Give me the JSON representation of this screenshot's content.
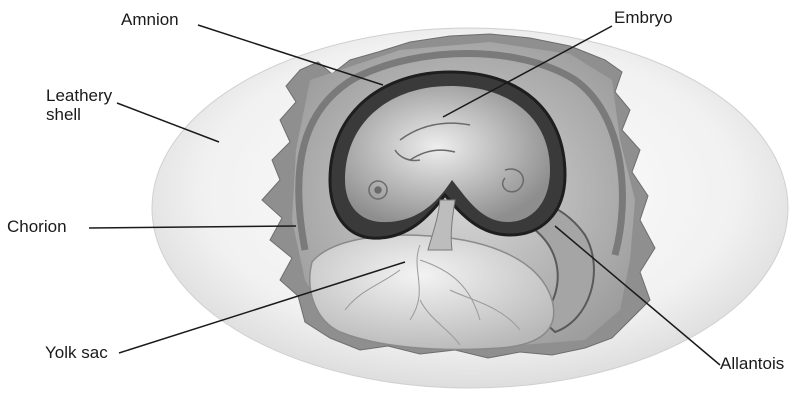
{
  "diagram": {
    "labels": {
      "amnion": "Amnion",
      "embryo": "Embryo",
      "leathery_shell_line1": "Leathery",
      "leathery_shell_line2": "shell",
      "chorion": "Chorion",
      "yolk_sac": "Yolk sac",
      "allantois": "Allantois"
    }
  },
  "colors": {
    "shell": "#f0f0f0",
    "membrane_dark": "#2a2a2a",
    "tissue": "#c9c9c9",
    "leader_line": "#1a1a1a"
  }
}
